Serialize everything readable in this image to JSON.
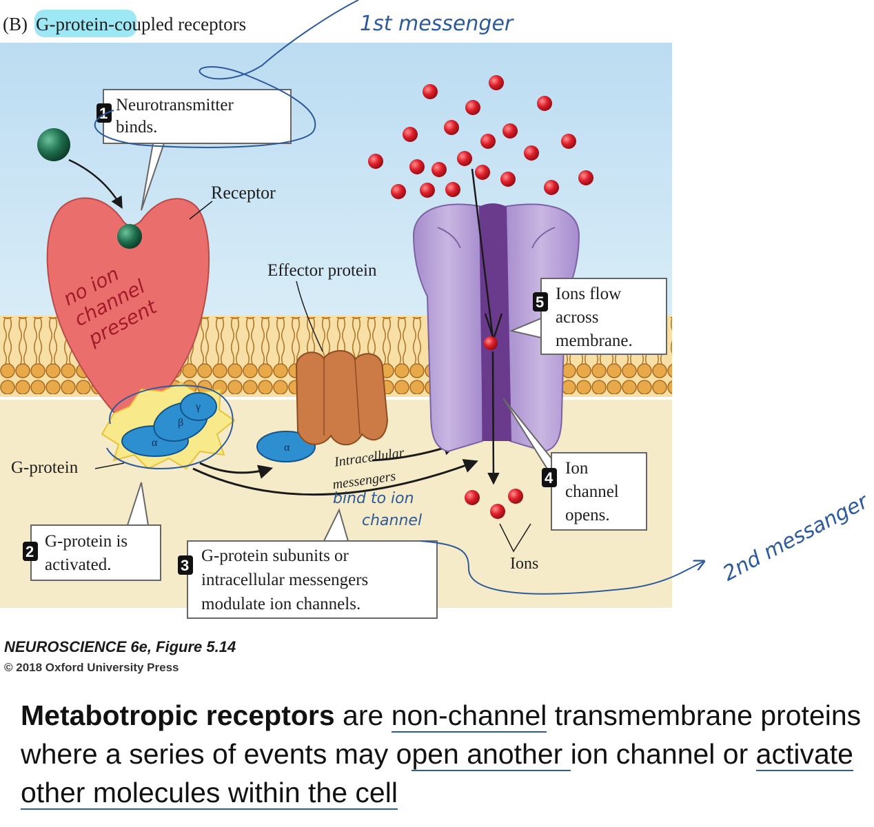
{
  "panel": {
    "letter": "(B)",
    "title": "G-protein-coupled receptors"
  },
  "labels": {
    "receptor": "Receptor",
    "effector_protein": "Effector protein",
    "g_protein": "G-protein",
    "intracellular_messengers_1": "Intracellular",
    "intracellular_messengers_2": "messengers",
    "ions": "Ions",
    "alpha": "α",
    "beta": "β",
    "gamma": "γ"
  },
  "steps": [
    {
      "num": "1",
      "line1": "Neurotransmitter",
      "line2": "binds.",
      "line3": ""
    },
    {
      "num": "2",
      "line1": "G-protein is",
      "line2": "activated.",
      "line3": ""
    },
    {
      "num": "3",
      "line1": "G-protein subunits or",
      "line2": "intracellular messengers",
      "line3": "modulate ion channels."
    },
    {
      "num": "4",
      "line1": "Ion",
      "line2": "channel",
      "line3": "opens."
    },
    {
      "num": "5",
      "line1": "Ions flow",
      "line2": "across",
      "line3": "membrane."
    }
  ],
  "annotations": {
    "first_messenger": "1st messenger",
    "second_messenger": "2nd messanger",
    "bind_to_ion": "bind to ion",
    "channel": "channel",
    "no_ion_1": "no ion",
    "no_ion_2": "channel",
    "no_ion_3": "present"
  },
  "source": {
    "book": "NEUROSCIENCE 6e, Figure 5.14",
    "copyright": "© 2018 Oxford University Press"
  },
  "body_text": {
    "bold": "Metabotropic receptors",
    "part1": " are ",
    "u1": "non-channel",
    "part2": " transmembrane proteins where a series of events may o",
    "u2": "pen another ",
    "part3": "ion channel or ",
    "u3": "activate other molecules within the cell"
  },
  "colors": {
    "sky": "#c9e2f3",
    "cytoplasm": "#f6ebc8",
    "receptor": "#ea6f6c",
    "channel": "#b9a2d6",
    "effector": "#cc7b47",
    "gprotein": "#2d8fd0",
    "ligand_green": "#1f6e4e",
    "ion_red": "#dd1f2a",
    "highlight": "#7ee0f2",
    "ink_blue": "#2d5a9a"
  }
}
